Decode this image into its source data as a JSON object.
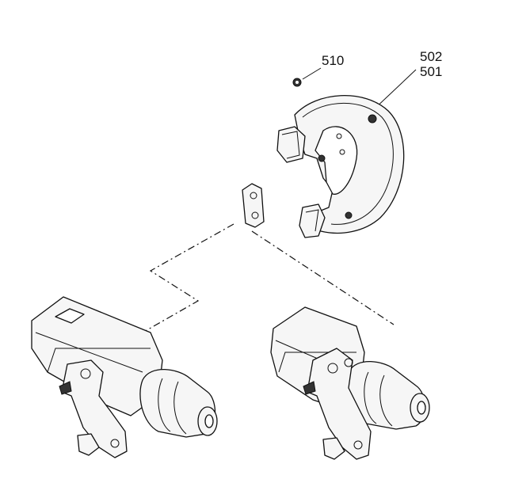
{
  "callouts": {
    "bolt": "510",
    "shield_a": "502",
    "shield_b": "501"
  }
}
